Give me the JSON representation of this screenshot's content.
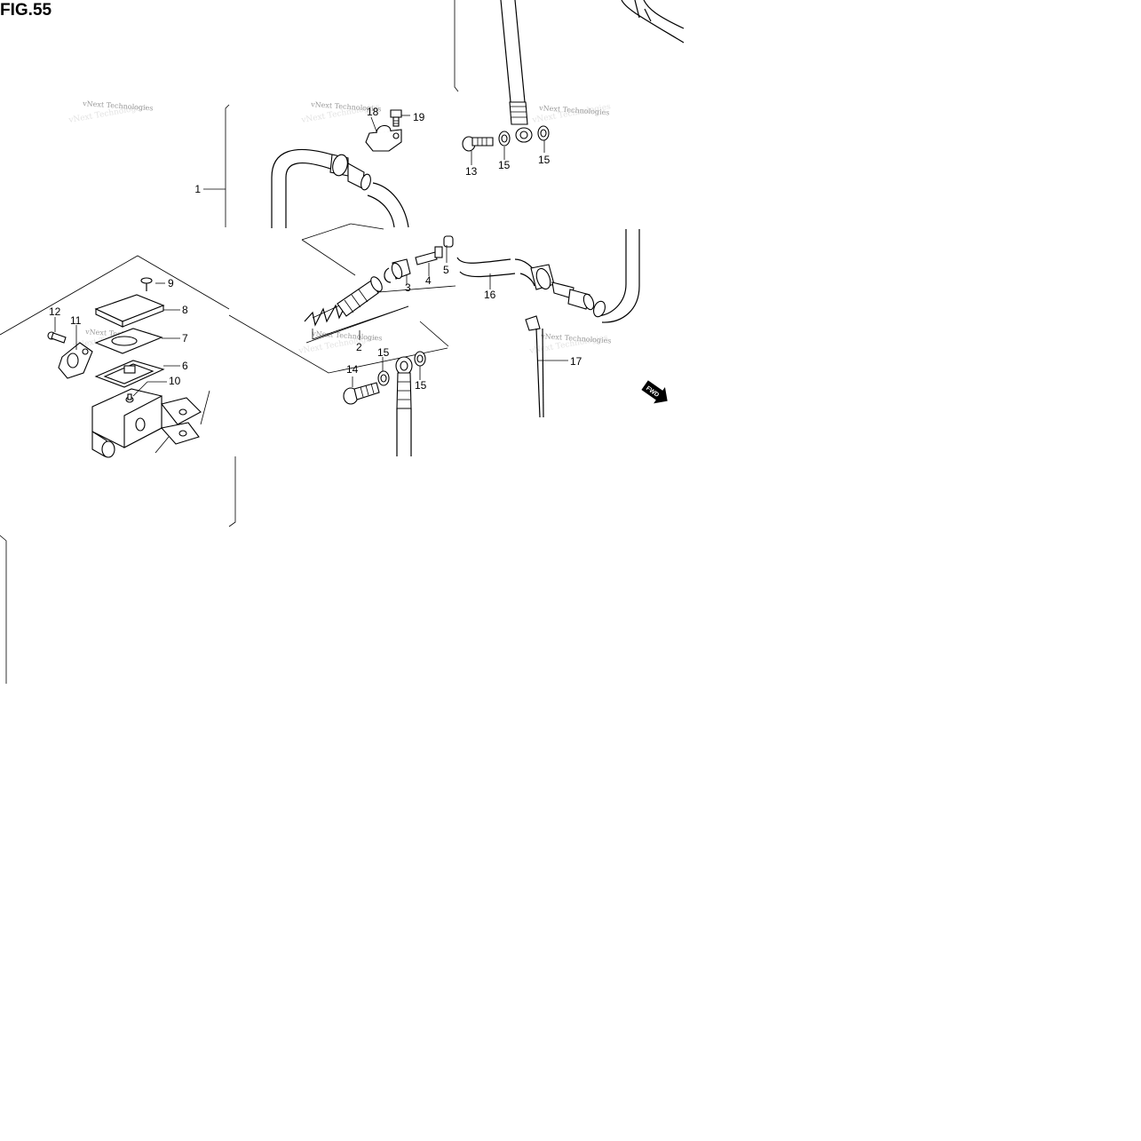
{
  "figure": {
    "title": "FIG.55"
  },
  "watermark": {
    "text": "vNext Technologies"
  },
  "direction_badge": {
    "text": "FWD"
  },
  "callouts": [
    {
      "id": "1",
      "label": "1"
    },
    {
      "id": "2",
      "label": "2"
    },
    {
      "id": "3",
      "label": "3"
    },
    {
      "id": "4",
      "label": "4"
    },
    {
      "id": "5",
      "label": "5"
    },
    {
      "id": "6",
      "label": "6"
    },
    {
      "id": "7",
      "label": "7"
    },
    {
      "id": "8",
      "label": "8"
    },
    {
      "id": "9",
      "label": "9"
    },
    {
      "id": "10",
      "label": "10"
    },
    {
      "id": "11",
      "label": "11"
    },
    {
      "id": "12",
      "label": "12"
    },
    {
      "id": "13",
      "label": "13"
    },
    {
      "id": "14",
      "label": "14"
    },
    {
      "id": "15a",
      "label": "15"
    },
    {
      "id": "15b",
      "label": "15"
    },
    {
      "id": "15c",
      "label": "15"
    },
    {
      "id": "15d",
      "label": "15"
    },
    {
      "id": "16",
      "label": "16"
    },
    {
      "id": "17",
      "label": "17"
    },
    {
      "id": "18",
      "label": "18"
    },
    {
      "id": "19",
      "label": "19"
    }
  ]
}
